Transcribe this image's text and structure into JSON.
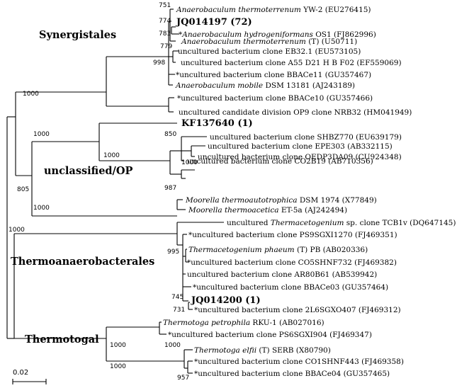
{
  "groups": {
    "synergistales": "Synergistales",
    "unclassified": "unclassified/OP",
    "thermoanaerobacterales": "Thermoanaerobacterales",
    "thermotogal": "Thermotogal"
  },
  "scale_bar": {
    "label": "0.02"
  },
  "leaves": [
    {
      "italic": "Anaerobaculum thermoterrenum",
      "rest": " YW-2 (EU276415)"
    },
    {
      "bold": "JQ014197 (72)"
    },
    {
      "prefix": "*",
      "italic": "Anaerobaculum hydrogeniformans",
      "rest": " OS1 (FJ862996)"
    },
    {
      "italic": "Anaerobaculum thermoterrenum",
      "rest": " (T) (U50711)"
    },
    {
      "rest": "uncultured bacterium clone EB32.1 (EU573105)"
    },
    {
      "rest": "uncultured bacterium clone A55 D21 H B F02 (EF559069)"
    },
    {
      "rest": "*uncultured bacterium clone BBACe11 (GU357467)"
    },
    {
      "italic": "Anaerobaculum mobile",
      "rest": " DSM 13181 (AJ243189)"
    },
    {
      "rest": "*uncultured bacterium clone BBACe10 (GU357466)"
    },
    {
      "rest": "uncultured candidate division OP9 clone NRB32 (HM041949)"
    },
    {
      "bold": "KF137640 (1)"
    },
    {
      "rest": "uncultured bacterium clone SHBZ770 (EU639179)"
    },
    {
      "rest": "uncultured bacterium clone EPE303 (AB332115)"
    },
    {
      "rest": "uncultured bacterium clone OEDP3DA09 (CU924348)"
    },
    {
      "rest": "uncultured bacterium clone CO2B19 (AB710356)"
    },
    {
      "italic": "Moorella thermoautotrophica",
      "rest": " DSM 1974 (X77849)"
    },
    {
      "italic": "Moorella thermoacetica",
      "rest": " ET-5a (AJ242494)"
    },
    {
      "prefix": "uncultured ",
      "italic": "Thermacetogenium",
      "rest": " sp. clone TCB1v (DQ647145)"
    },
    {
      "rest": "*uncultured bacterium clone PS9SGXI1270 (FJ469351)"
    },
    {
      "italic": "Thermacetogenium phaeum",
      "rest": " (T) PB (AB020336)"
    },
    {
      "rest": "*uncultured bacterium clone CO5SHNF732 (FJ469382)"
    },
    {
      "rest": "uncultured bacterium clone AR80B61 (AB539942)"
    },
    {
      "rest": "*uncultured bacterium clone BBACe03 (GU357464)"
    },
    {
      "bold": "JQ014200 (1)"
    },
    {
      "rest": "*uncultured bacterium clone 2L6SGXO407 (FJ469312)"
    },
    {
      "italic": "Thermotoga petrophila",
      "rest": " RKU-1 (AB027016)"
    },
    {
      "rest": "*uncultured bacterium clone PS6SGXI904 (FJ469347)"
    },
    {
      "italic": "Thermotoga elfii",
      "rest": " (T) SERB (X80790)"
    },
    {
      "rest": "*uncultured bacterium clone CO1SHNF443 (FJ469358)"
    },
    {
      "rest": "*uncultured bacterium clone BBACe04 (GU357465)"
    }
  ],
  "bootstraps": [
    "751",
    "774",
    "783",
    "779",
    "998",
    "1000",
    "1000",
    "1000",
    "850",
    "1000",
    "987",
    "805",
    "1000",
    "1000",
    "995",
    "745",
    "731",
    "1000",
    "1000",
    "957",
    "1000"
  ]
}
